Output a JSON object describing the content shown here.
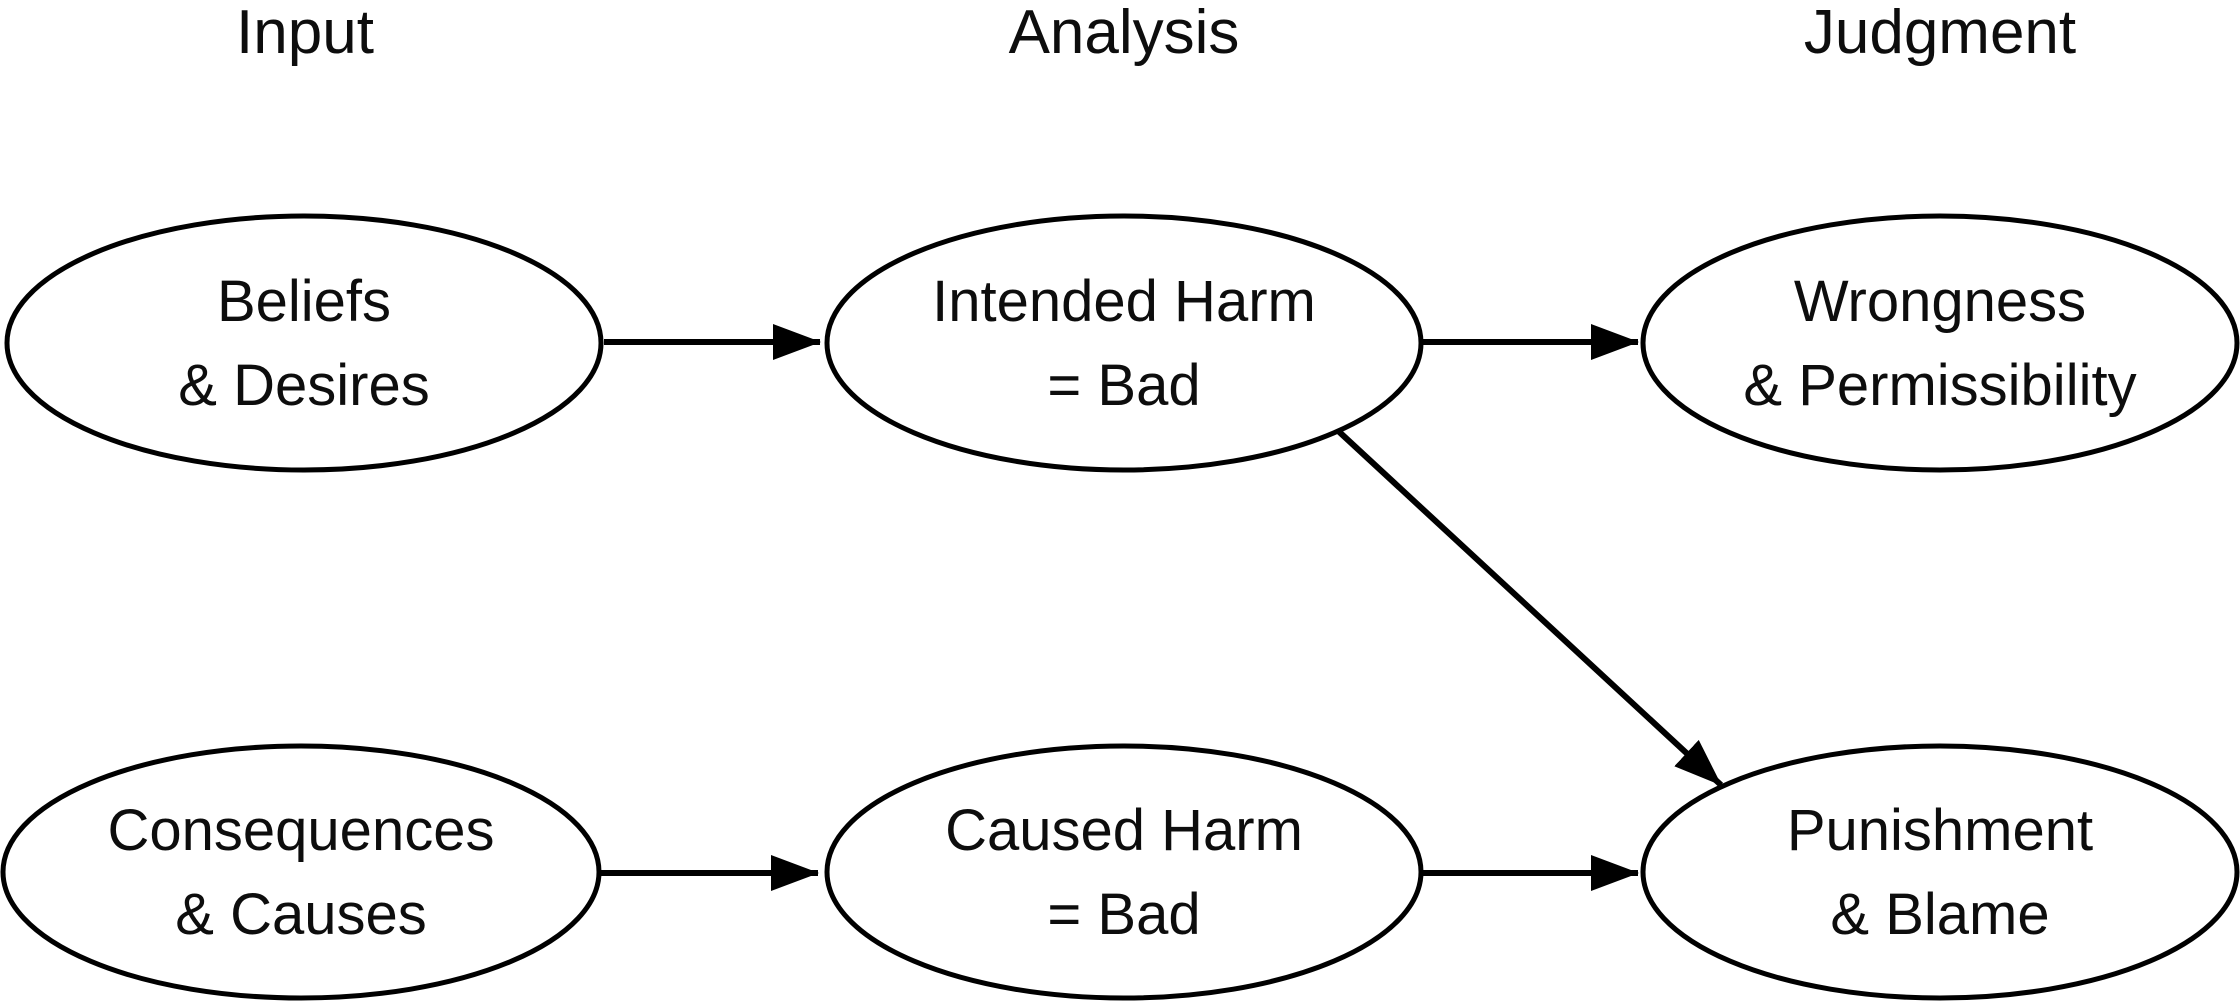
{
  "figure": {
    "title": "",
    "background_color": "#ffffff",
    "stroke_color": "#000000",
    "text_color": "#0d0d0d",
    "columns": [
      {
        "label": "Input"
      },
      {
        "label": "Analysis"
      },
      {
        "label": "Judgment"
      }
    ],
    "nodes": {
      "beliefs": {
        "line1": "Beliefs",
        "line2": "& Desires",
        "column": "Input"
      },
      "intended": {
        "line1": "Intended Harm",
        "line2": "= Bad",
        "column": "Analysis"
      },
      "wrongness": {
        "line1": "Wrongness",
        "line2": "& Permissibility",
        "column": "Judgment"
      },
      "consequences": {
        "line1": "Consequences",
        "line2": "& Causes",
        "column": "Input"
      },
      "caused": {
        "line1": "Caused Harm",
        "line2": "= Bad",
        "column": "Analysis"
      },
      "punishment": {
        "line1": "Punishment",
        "line2": "& Blame",
        "column": "Judgment"
      }
    },
    "edges": [
      {
        "from": "Beliefs & Desires",
        "to": "Intended Harm = Bad"
      },
      {
        "from": "Intended Harm = Bad",
        "to": "Wrongness & Permissibility"
      },
      {
        "from": "Intended Harm = Bad",
        "to": "Punishment & Blame"
      },
      {
        "from": "Consequences & Causes",
        "to": "Caused Harm = Bad"
      },
      {
        "from": "Caused Harm = Bad",
        "to": "Punishment & Blame"
      }
    ]
  }
}
